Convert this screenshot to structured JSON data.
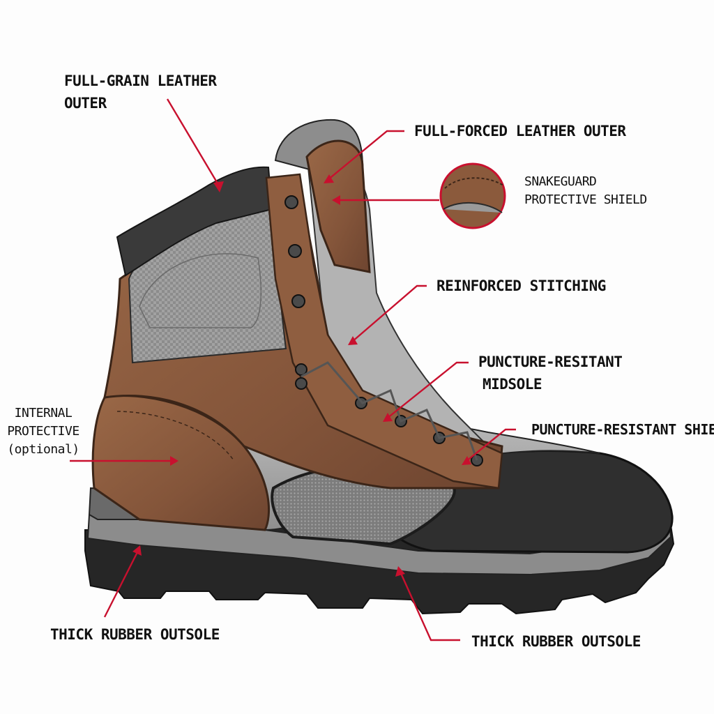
{
  "callouts": {
    "top_left": [
      "FULL-GRAIN LEATHER",
      "OUTER"
    ],
    "top_right": "FULL-FORCED LEATHER OUTER",
    "snakeguard": [
      "SNAKEGUARD",
      "PROTECTIVE SHIELD"
    ],
    "stitching": "REINFORCED STITCHING",
    "midsole": [
      "PUNCTURE-RESITANT",
      "MIDSOLE"
    ],
    "shield": "PUNCTURE-RESISTANT SHIELD",
    "internal": [
      "INTERNAL",
      "PROTECTIVE",
      "(optional)"
    ],
    "outsole_left": "THICK RUBBER OUTSOLE",
    "outsole_right": "THICK RUBBER OUTSOLE"
  },
  "colors": {
    "leader": "#c8102e",
    "leather": "#8a5a3b",
    "mesh": "#9a9a9a",
    "rubber": "#2b2b2b"
  }
}
